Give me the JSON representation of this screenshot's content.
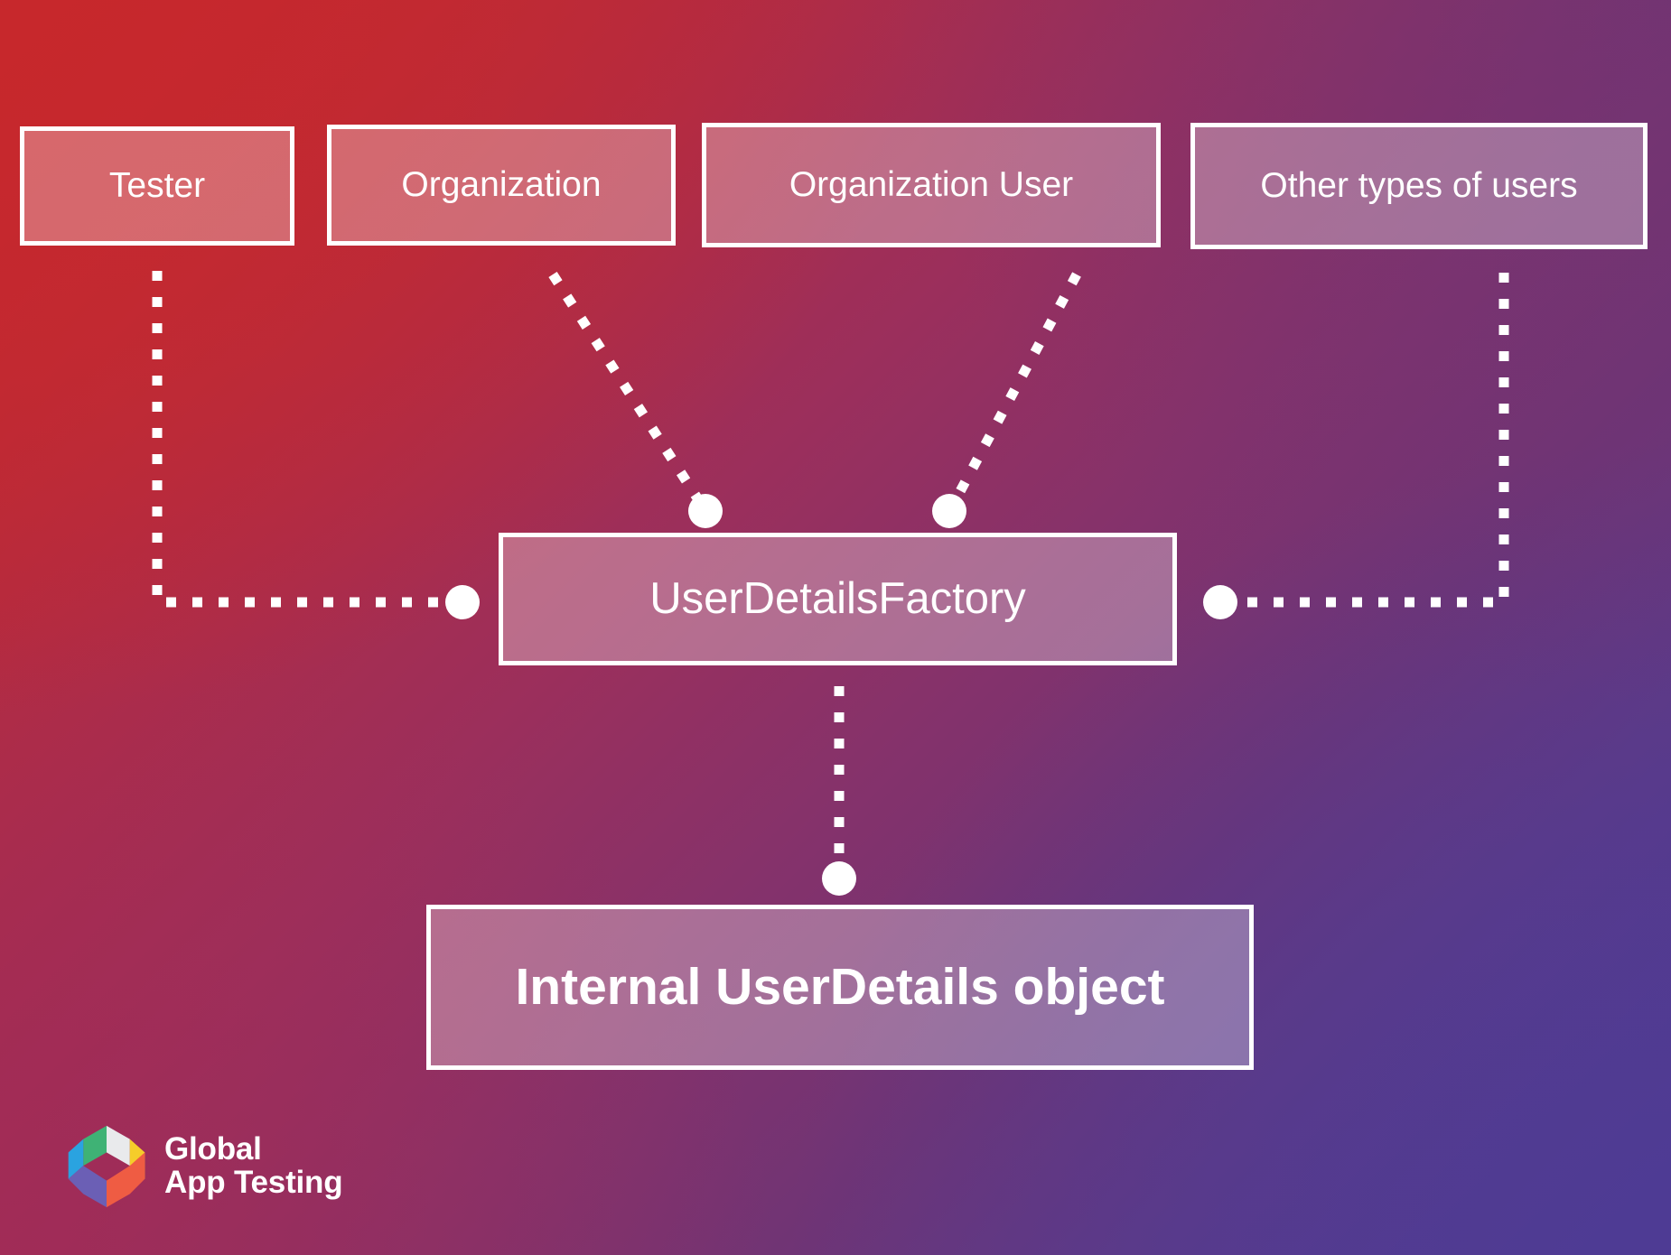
{
  "diagram": {
    "title": "UserDetailsFactory user type mapping",
    "background": {
      "gradient_from": "#c7282c",
      "gradient_to": "#4e3b94",
      "corner_top_left": "#c7282c",
      "corner_top_right": "#6d3474",
      "corner_bottom_left": "#a32b55",
      "corner_bottom_right": "#4e3b94"
    },
    "line_color": "#ffffff",
    "node_border_color": "#ffffff",
    "nodes": {
      "tester": {
        "label": "Tester"
      },
      "organization": {
        "label": "Organization"
      },
      "organization_user": {
        "label": "Organization User"
      },
      "other_users": {
        "label": "Other types of users"
      },
      "factory": {
        "label": "UserDetailsFactory"
      },
      "internal": {
        "label": "Internal UserDetails object"
      }
    },
    "connectors": [
      {
        "from": "Tester",
        "to": "UserDetailsFactory",
        "style": "dotted",
        "endpoint": "dot"
      },
      {
        "from": "Organization",
        "to": "UserDetailsFactory",
        "style": "dotted",
        "endpoint": "dot"
      },
      {
        "from": "Organization User",
        "to": "UserDetailsFactory",
        "style": "dotted",
        "endpoint": "dot"
      },
      {
        "from": "Other types of users",
        "to": "UserDetailsFactory",
        "style": "dotted",
        "endpoint": "dot"
      },
      {
        "from": "UserDetailsFactory",
        "to": "Internal UserDetails object",
        "style": "dotted",
        "endpoint": "dot"
      }
    ]
  },
  "logo": {
    "line1": "Global",
    "line2": "App Testing",
    "mark_colors": {
      "top_left": "#3fb275",
      "top_right": "#e9eaec",
      "left": "#2aa3e0",
      "right": "#f5cd2a",
      "bottom_left": "#6b5fb5",
      "bottom_right": "#ef5c43"
    }
  }
}
